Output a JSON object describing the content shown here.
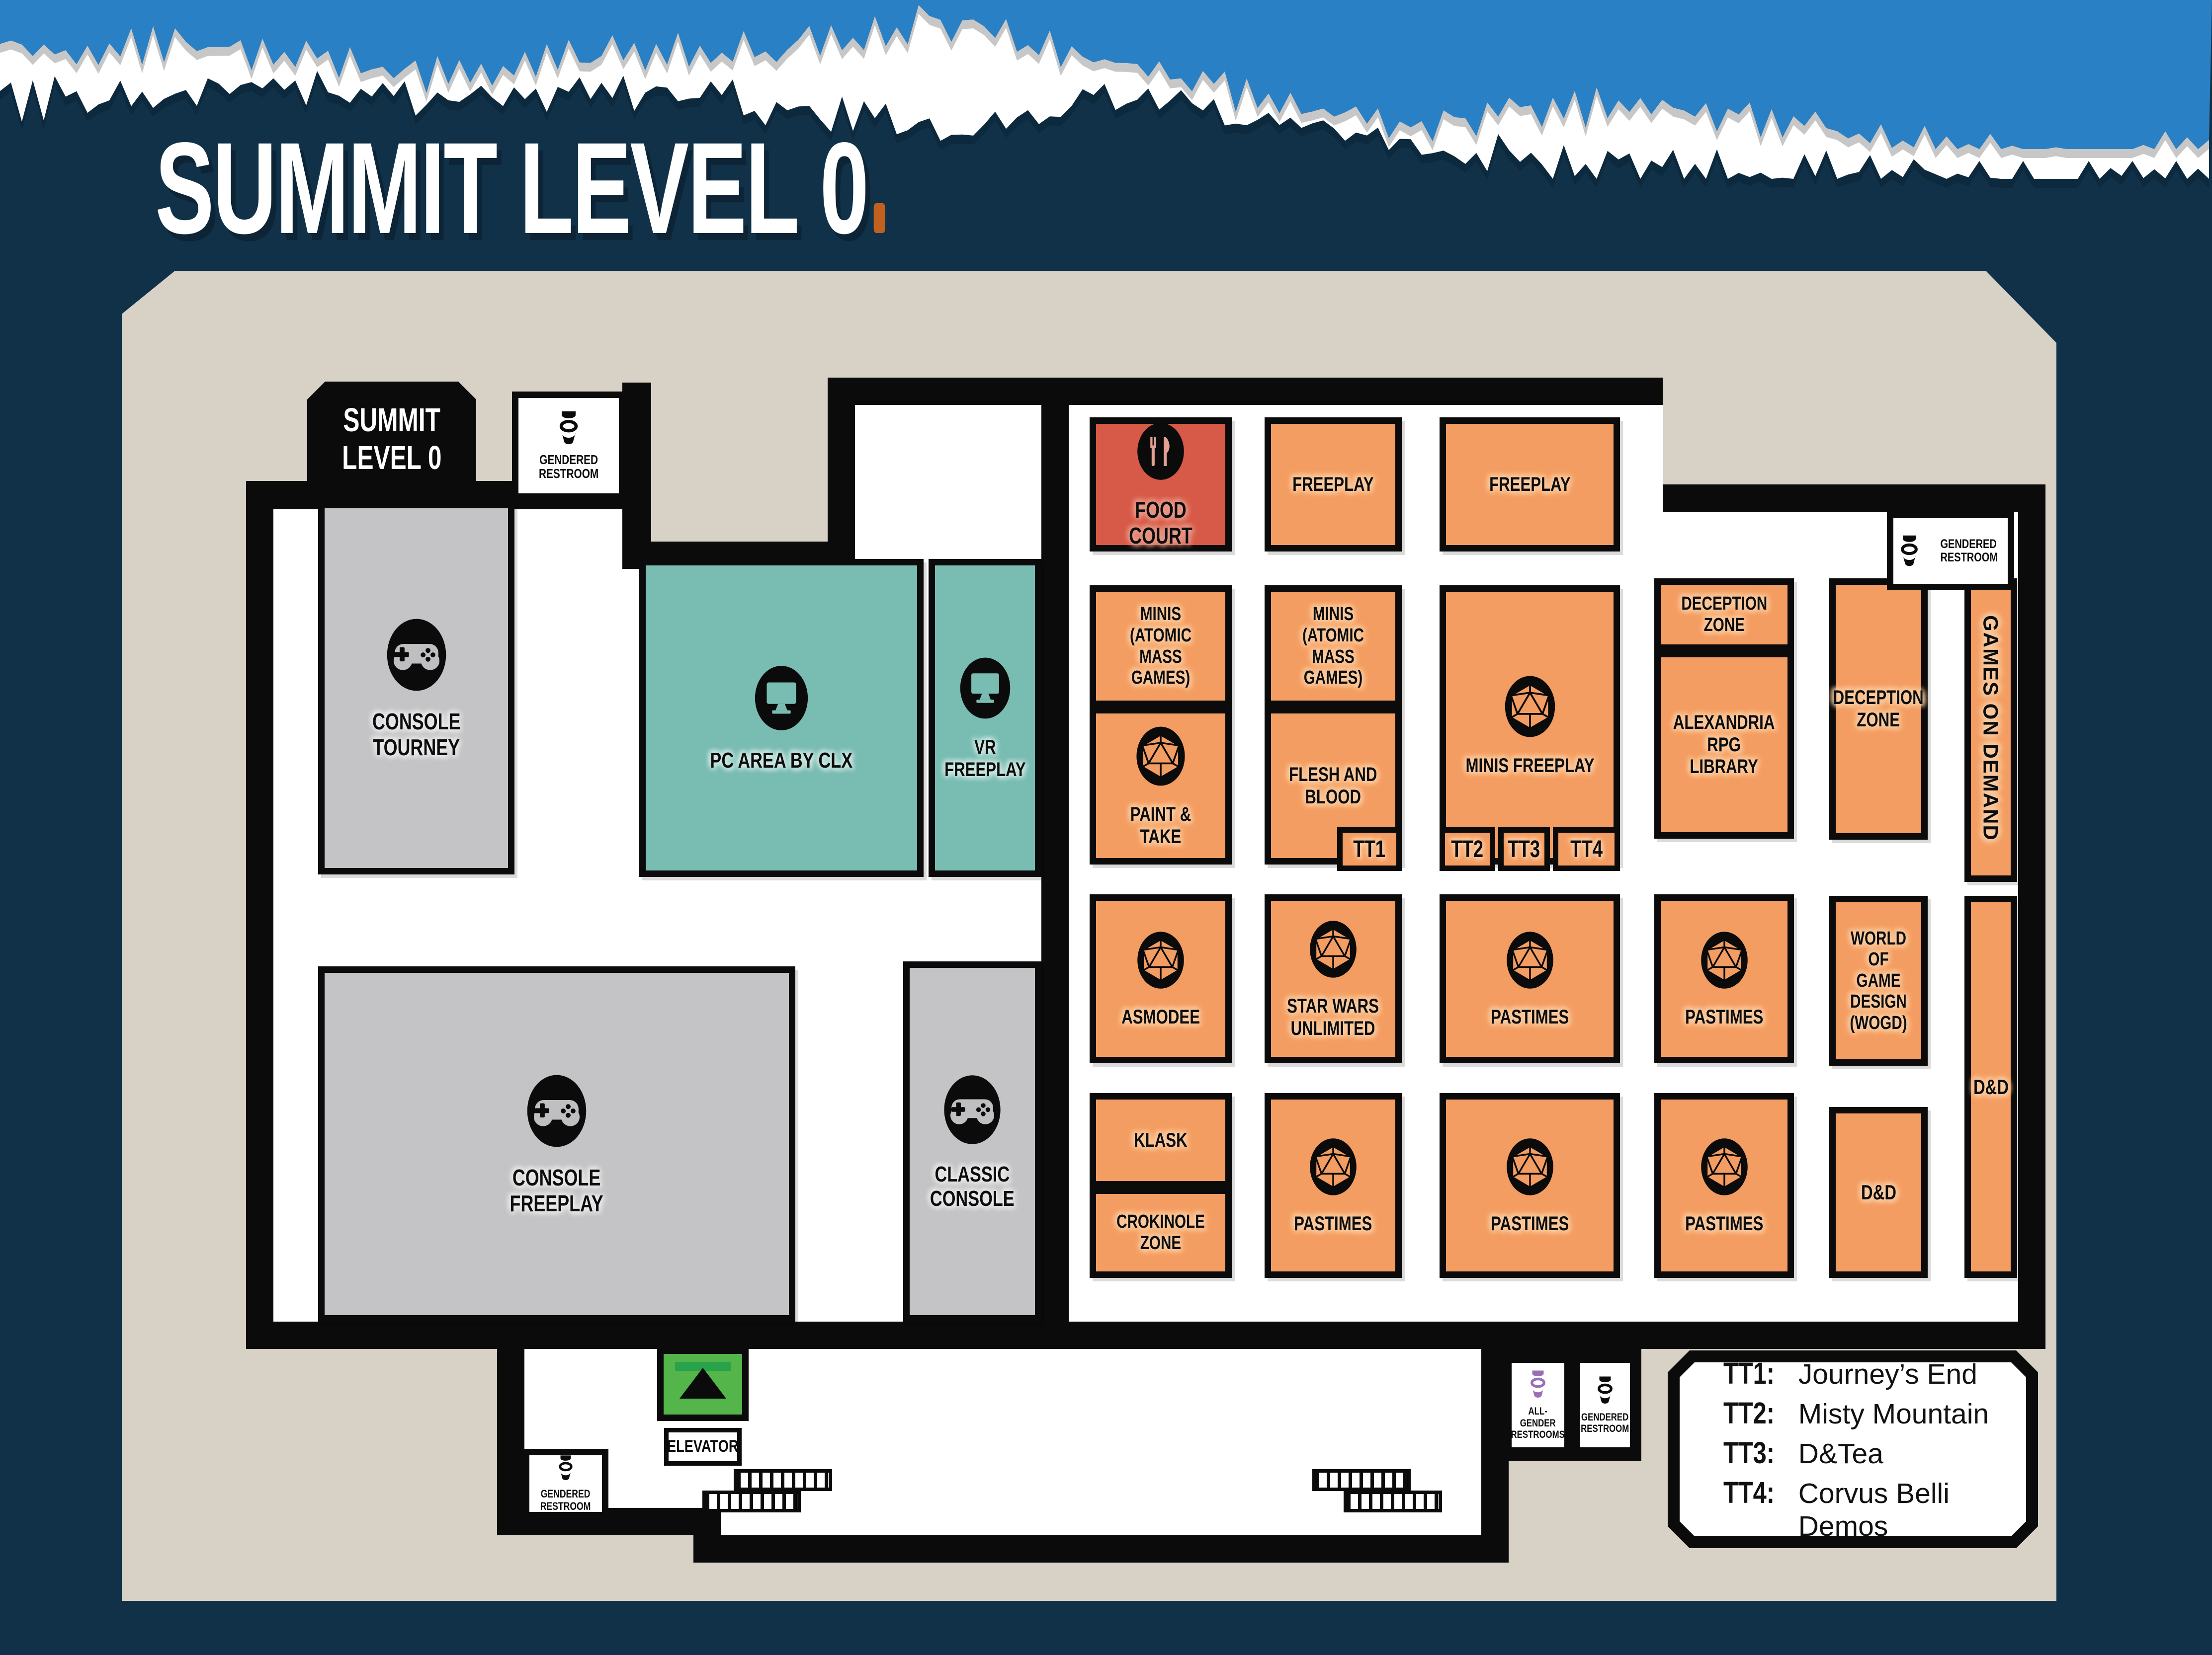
{
  "title": "SUMMIT LEVEL 0",
  "map_label": {
    "line1": "SUMMIT",
    "line2": "LEVEL 0"
  },
  "colors": {
    "background_navy": "#103148",
    "banner_blue": "#2a80c4",
    "torn_white": "#ffffff",
    "floor_beige": "#d8d2c6",
    "wall_black": "#0b0b0b",
    "room_orange": "#f49d62",
    "room_red": "#d75a48",
    "room_teal": "#79bcb2",
    "room_gray": "#c4c4c6",
    "elevator_green": "#54b54b",
    "all_gender_purple": "#9a6fb5",
    "title_accent_orange": "#c2601f"
  },
  "rooms": [
    {
      "id": "console-tourney",
      "label": "CONSOLE\nTOURNEY",
      "icon": "gamepad-icon",
      "type": "gray"
    },
    {
      "id": "pc-area",
      "label": "PC AREA BY CLX",
      "icon": "monitor-icon",
      "type": "teal"
    },
    {
      "id": "vr-freeplay",
      "label": "VR FREEPLAY",
      "icon": "monitor-icon",
      "type": "teal"
    },
    {
      "id": "console-freeplay",
      "label": "CONSOLE\nFREEPLAY",
      "icon": "gamepad-icon",
      "type": "gray"
    },
    {
      "id": "classic-console",
      "label": "CLASSIC\nCONSOLE",
      "icon": "gamepad-icon",
      "type": "gray"
    },
    {
      "id": "food-court",
      "label": "FOOD COURT",
      "icon": "fork-knife-icon",
      "type": "red"
    },
    {
      "id": "freeplay-1",
      "label": "FREEPLAY",
      "icon": "",
      "type": "orange"
    },
    {
      "id": "freeplay-2",
      "label": "FREEPLAY",
      "icon": "",
      "type": "orange"
    },
    {
      "id": "minis-amg-1",
      "label": "MINIS\n(ATOMIC MASS\nGAMES)",
      "icon": "",
      "type": "orange"
    },
    {
      "id": "paint-take",
      "label": "PAINT & TAKE",
      "icon": "d20-icon",
      "type": "orange"
    },
    {
      "id": "minis-amg-2",
      "label": "MINIS\n(ATOMIC MASS\nGAMES)",
      "icon": "",
      "type": "orange"
    },
    {
      "id": "flesh-blood",
      "label": "FLESH AND\nBLOOD",
      "icon": "",
      "type": "orange"
    },
    {
      "id": "minis-freeplay",
      "label": "MINIS FREEPLAY",
      "icon": "d20-icon",
      "type": "orange"
    },
    {
      "id": "deception-zone-1",
      "label": "DECEPTION\nZONE",
      "icon": "",
      "type": "orange"
    },
    {
      "id": "alexandria-rpg-library",
      "label": "ALEXANDRIA\nRPG LIBRARY",
      "icon": "",
      "type": "orange"
    },
    {
      "id": "deception-zone-2",
      "label": "DECEPTION\nZONE",
      "icon": "",
      "type": "orange"
    },
    {
      "id": "games-on-demand",
      "label": "GAMES ON DEMAND",
      "icon": "",
      "type": "orange-vert"
    },
    {
      "id": "asmodee",
      "label": "ASMODEE",
      "icon": "d20-icon",
      "type": "orange"
    },
    {
      "id": "star-wars-unlimited",
      "label": "STAR WARS\nUNLIMITED",
      "icon": "d20-icon",
      "type": "orange"
    },
    {
      "id": "pastimes-1",
      "label": "PASTIMES",
      "icon": "d20-icon",
      "type": "orange"
    },
    {
      "id": "pastimes-2",
      "label": "PASTIMES",
      "icon": "d20-icon",
      "type": "orange"
    },
    {
      "id": "world-of-game-design",
      "label": "WORLD\nOF GAME\nDESIGN\n(WOGD)",
      "icon": "",
      "type": "orange"
    },
    {
      "id": "dnd-tall",
      "label": "D&D",
      "icon": "",
      "type": "orange"
    },
    {
      "id": "klask",
      "label": "KLASK",
      "icon": "",
      "type": "orange"
    },
    {
      "id": "crokinole-zone",
      "label": "CROKINOLE\nZONE",
      "icon": "",
      "type": "orange"
    },
    {
      "id": "pastimes-3",
      "label": "PASTIMES",
      "icon": "d20-icon",
      "type": "orange"
    },
    {
      "id": "pastimes-4",
      "label": "PASTIMES",
      "icon": "d20-icon",
      "type": "orange"
    },
    {
      "id": "pastimes-5",
      "label": "PASTIMES",
      "icon": "d20-icon",
      "type": "orange"
    },
    {
      "id": "dnd-2",
      "label": "D&D",
      "icon": "",
      "type": "orange"
    }
  ],
  "tt_boxes": [
    {
      "id": "tt1",
      "label": "TT1"
    },
    {
      "id": "tt2",
      "label": "TT2"
    },
    {
      "id": "tt3",
      "label": "TT3"
    },
    {
      "id": "tt4",
      "label": "TT4"
    }
  ],
  "facilities": {
    "gendered_restroom": "GENDERED\nRESTROOM",
    "all_gender_restrooms": "ALL-GENDER\nRESTROOMS",
    "elevator": "ELEVATOR"
  },
  "legend": [
    {
      "key": "TT1:",
      "value": "Journey’s End"
    },
    {
      "key": "TT2:",
      "value": "Misty Mountain"
    },
    {
      "key": "TT3:",
      "value": "D&Tea"
    },
    {
      "key": "TT4:",
      "value": "Corvus Belli Demos"
    }
  ]
}
